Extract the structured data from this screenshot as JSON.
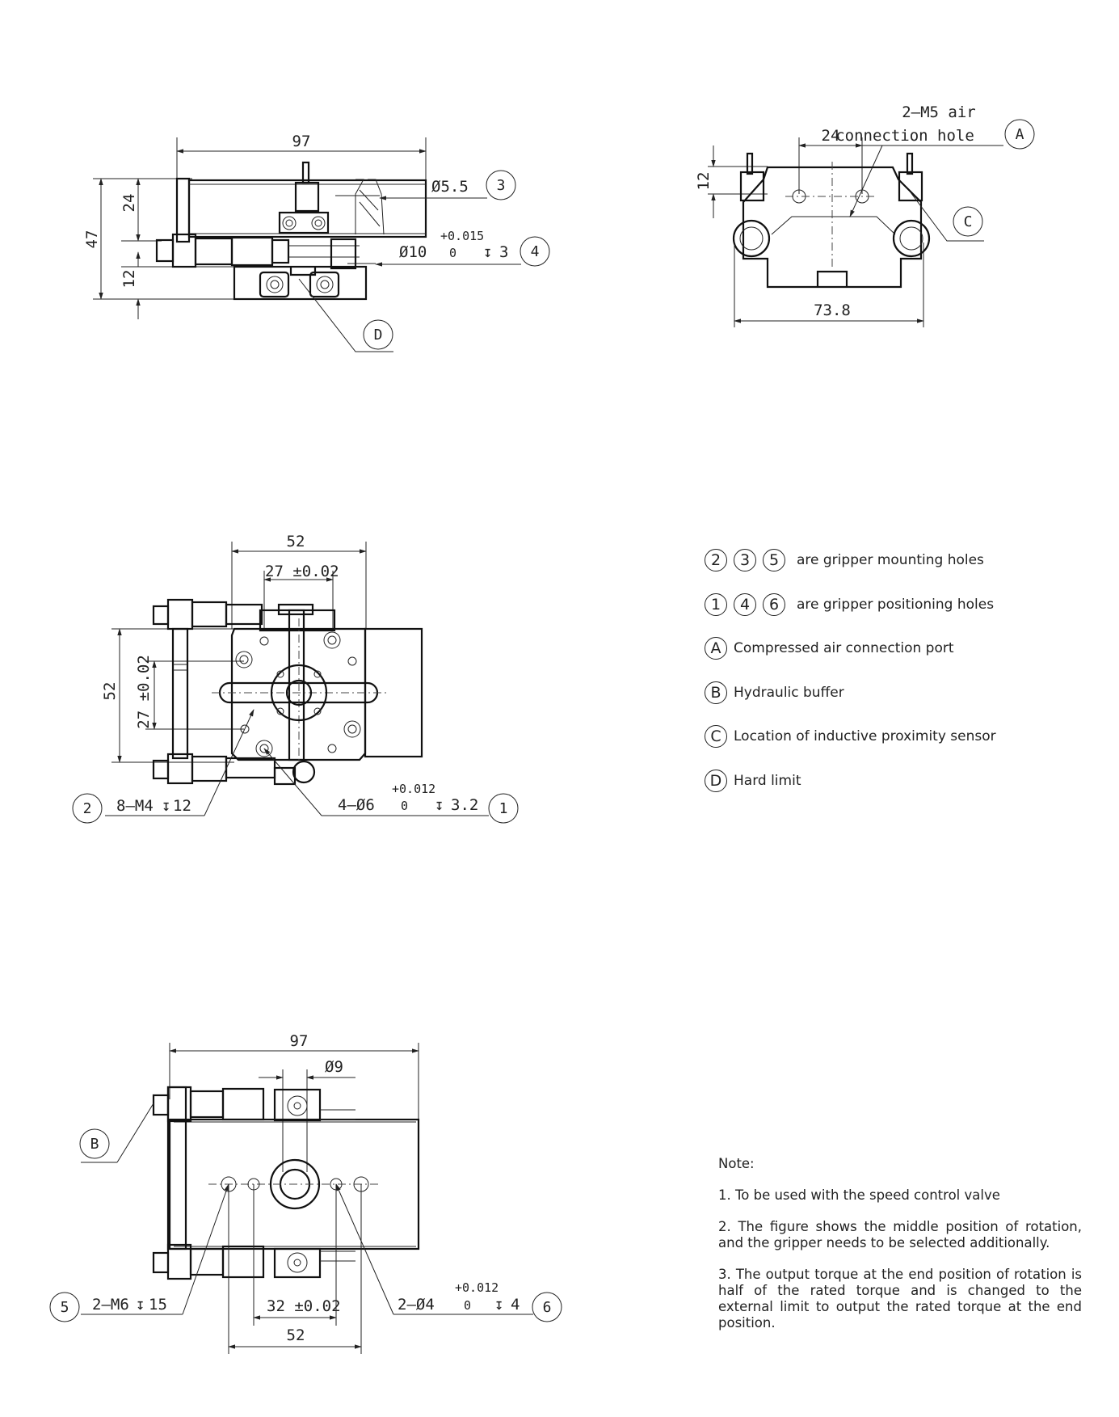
{
  "view_top": {
    "dim_overall_width": "97",
    "dim_height": "47",
    "dim_24": "24",
    "dim_12": "12",
    "callout_3_text": "Ø5.5",
    "callout_4_text": "Ø10",
    "callout_4_tol_upper": "+0.015",
    "callout_4_tol_lower": "0",
    "callout_4_depth": "3",
    "balloon_3": "3",
    "balloon_4": "4",
    "balloon_D": "D"
  },
  "view_side": {
    "air_hole_line1": "2–M5 air",
    "air_hole_line2": "connection hole",
    "balloon_A": "A",
    "balloon_C": "C",
    "dim_24": "24",
    "dim_12": "12",
    "dim_width": "73.8"
  },
  "view_mid": {
    "dim_52_top": "52",
    "dim_27_top": "27 ±0.02",
    "dim_52_left": "52",
    "dim_27_left": "27 ±0.02",
    "callout_2_text": "8–M4",
    "callout_2_depth": "12",
    "callout_1_text": "4–Ø6",
    "callout_1_tol_upper": "+0.012",
    "callout_1_tol_lower": "0",
    "callout_1_depth": "3.2",
    "balloon_2": "2",
    "balloon_1": "1"
  },
  "view_bottom": {
    "dim_97": "97",
    "dim_phi9": "Ø9",
    "dim_32": "32 ±0.02",
    "dim_52": "52",
    "callout_5_text": "2–M6",
    "callout_5_depth": "15",
    "callout_6_text": "2–Ø4",
    "callout_6_tol_upper": "+0.012",
    "callout_6_tol_lower": "0",
    "callout_6_depth": "4",
    "balloon_B": "B",
    "balloon_5": "5",
    "balloon_6": "6"
  },
  "legend": {
    "row1": {
      "symbols": [
        "2",
        "3",
        "5"
      ],
      "text": "are gripper mounting holes"
    },
    "row2": {
      "symbols": [
        "1",
        "4",
        "6"
      ],
      "text": "are gripper positioning holes"
    },
    "row3": {
      "symbol": "A",
      "text": "Compressed air connection port"
    },
    "row4": {
      "symbol": "B",
      "text": "Hydraulic buffer"
    },
    "row5": {
      "symbol": "C",
      "text": "Location of inductive proximity sensor"
    },
    "row6": {
      "symbol": "D",
      "text": "Hard limit"
    }
  },
  "notes": {
    "title": "Note:",
    "items": [
      "1. To be used with the speed control valve",
      "2. The figure shows the middle position of rotation, and the gripper needs to be selected additionally.",
      "3. The output torque at the end position of rotation is half of the rated torque and is changed to the external limit to output the rated torque at the end position."
    ]
  }
}
